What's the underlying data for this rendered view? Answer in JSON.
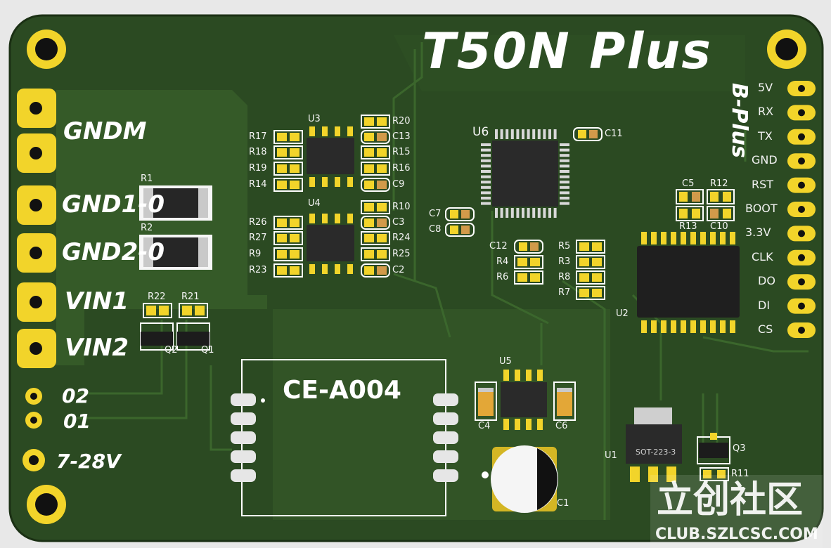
{
  "board": {
    "title": "T50N Plus",
    "subtitle": "B-Plus",
    "colors": {
      "pcb": "#2c4a22",
      "pcb_dark": "#223b1a",
      "copper": "#375a2a",
      "pad": "#f4d21e",
      "silk": "#ffffff"
    }
  },
  "left_connector": {
    "labels": [
      "GNDM",
      "GND1-0",
      "GND2-0",
      "VIN1",
      "VIN2"
    ],
    "small": [
      "02",
      "01",
      "7-28V"
    ]
  },
  "right_header": {
    "pins": [
      "5V",
      "RX",
      "TX",
      "GND",
      "RST",
      "BOOT",
      "3.3V",
      "CLK",
      "DO",
      "DI",
      "CS"
    ]
  },
  "designators": {
    "u3_left": [
      "R17",
      "R18",
      "R19",
      "R14"
    ],
    "u3_right": [
      "R20",
      "C13",
      "R15",
      "R16",
      "C9"
    ],
    "u4_left": [
      "R26",
      "R27",
      "R9",
      "R23"
    ],
    "u4_right": [
      "R10",
      "C3",
      "R24",
      "R25",
      "C2"
    ],
    "u3": "U3",
    "u4": "U4",
    "u6": "U6",
    "c11": "C11",
    "c7": "C7",
    "c8": "C8",
    "c12": "C12",
    "mid_left": [
      "R4",
      "R6"
    ],
    "mid_right": [
      "R5",
      "R3",
      "R8",
      "R7"
    ],
    "c5": "C5",
    "r12": "R12",
    "r13": "R13",
    "c10": "C10",
    "u2": "U2",
    "r1": "R1",
    "r2": "R2",
    "r22": "R22",
    "r21": "R21",
    "q2": "Q2",
    "q1": "Q1",
    "u5": "U5",
    "c4": "C4",
    "c6": "C6",
    "u1": "U1",
    "u1_pkg": "SOT-223-3",
    "q3": "Q3",
    "r11": "R11",
    "c1": "C1"
  },
  "module": {
    "label": "CE-A004"
  },
  "watermark": {
    "main": "立创社区",
    "sub": "CLUB.SZLCSC.COM"
  }
}
